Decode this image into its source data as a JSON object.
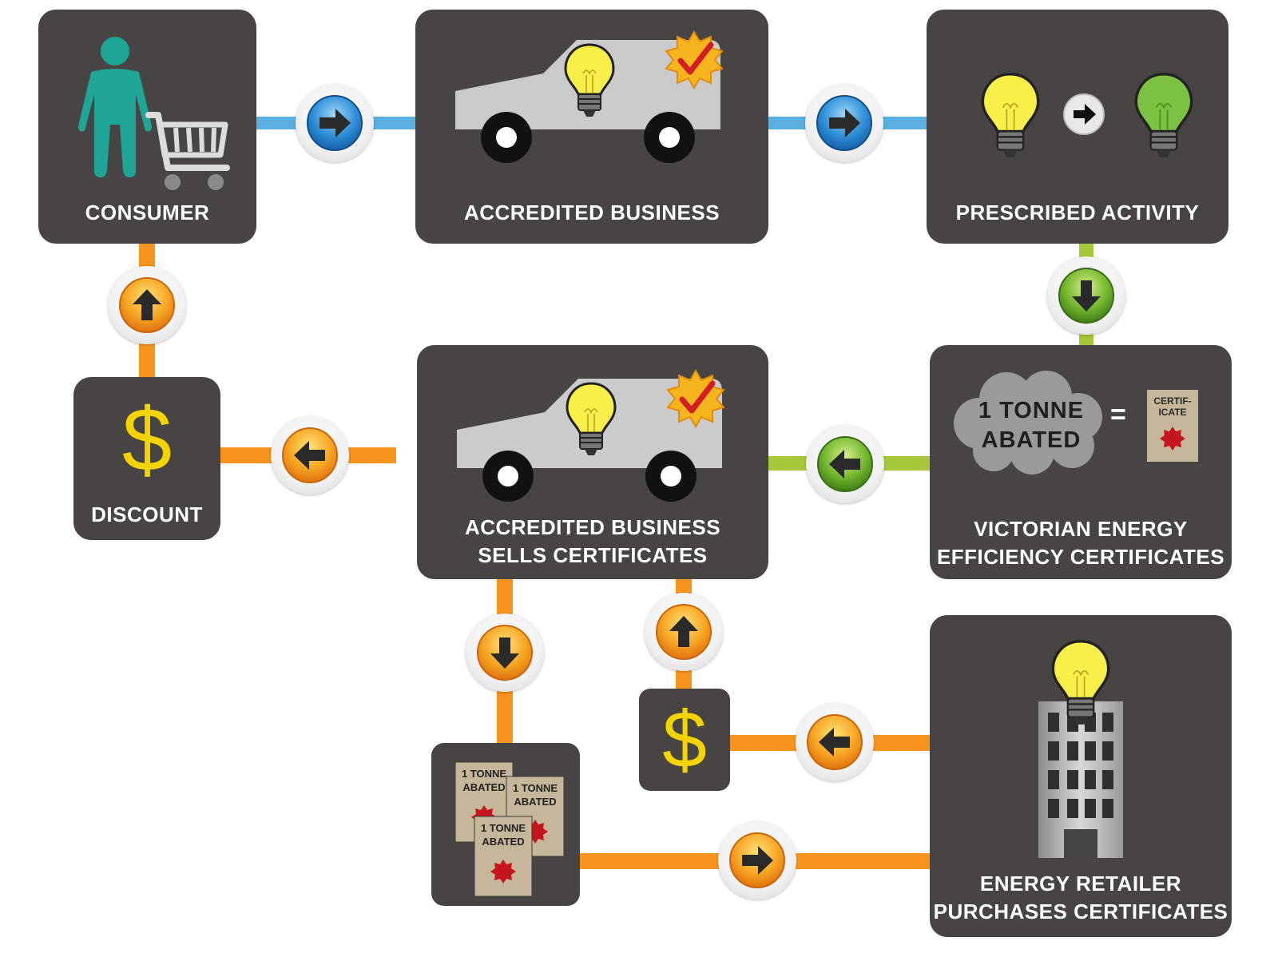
{
  "nodes": {
    "consumer": {
      "label": "CONSUMER"
    },
    "accredited_business": {
      "label": "ACCREDITED BUSINESS"
    },
    "prescribed_activity": {
      "label": "PRESCRIBED ACTIVITY"
    },
    "discount": {
      "label": "DISCOUNT",
      "symbol": "$"
    },
    "business_sells": {
      "line1": "ACCREDITED BUSINESS",
      "line2": "SELLS CERTIFICATES"
    },
    "veec": {
      "line1": "VICTORIAN ENERGY",
      "line2": "EFFICIENCY CERTIFICATES",
      "cloud_line1": "1 TONNE",
      "cloud_line2": "ABATED",
      "equals": "=",
      "cert_line1": "CERTIF-",
      "cert_line2": "ICATE"
    },
    "payment": {
      "symbol": "$"
    },
    "certificate_stack": {
      "line1": "1 TONNE",
      "line2": "ABATED"
    },
    "retailer": {
      "line1": "ENERGY RETAILER",
      "line2": "PURCHASES CERTIFICATES"
    }
  },
  "colors": {
    "box": "#464544",
    "blue_line": "#5aaee0",
    "orange_line": "#f7941d",
    "green_line": "#a6c83a",
    "teal_person": "#1fa595",
    "bulb_yellow": "#f8ef4a",
    "bulb_green": "#7cc242",
    "dollar": "#f4d400"
  },
  "icons": [
    "person-icon",
    "shopping-cart-icon",
    "van-icon",
    "light-bulb-icon",
    "checkmark-badge-icon",
    "cloud-icon",
    "certificate-icon",
    "building-icon",
    "arrow-right-icon",
    "arrow-left-icon",
    "arrow-up-icon",
    "arrow-down-icon"
  ]
}
